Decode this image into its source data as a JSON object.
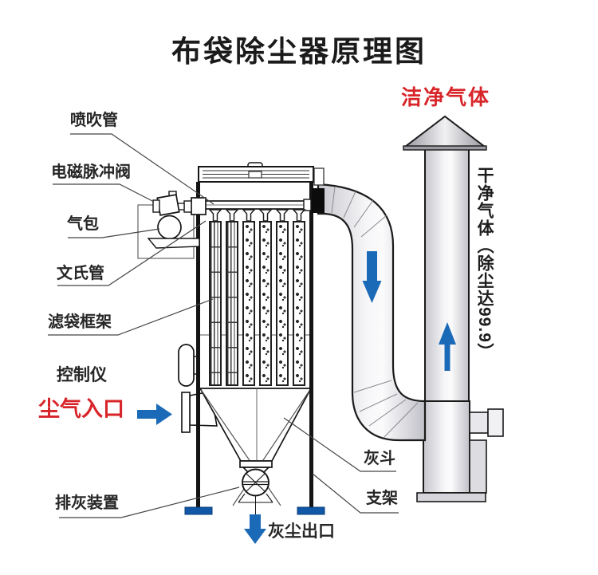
{
  "title": "布袋除尘器原理图",
  "labels": {
    "blow_pipe": "喷吹管",
    "pulse_valve": "电磁脉冲阀",
    "air_tank": "气包",
    "venturi": "文氏管",
    "bag_cage": "滤袋框架",
    "controller": "控制仪",
    "dusty_inlet": "尘气入口",
    "ash_discharge": "排灰装置",
    "dust_outlet": "灰尘出口",
    "ash_hopper": "灰斗",
    "support": "支架",
    "clean_gas": "洁净气体",
    "clean_gas_vertical": "干净气体（除尘达99.9）"
  },
  "colors": {
    "label_red": "#d8252a",
    "arrow_blue": "#1b6ab8",
    "foot_blue": "#1157a8",
    "line_dark": "#222222",
    "metal_light": "#ededf1",
    "metal_shade": "#c4c4cb"
  },
  "icons": {
    "inlet_arrow": "right-arrow",
    "duct_arrow": "down-arrow",
    "chimney_arrow": "up-arrow",
    "outlet_arrow": "down-arrow"
  }
}
